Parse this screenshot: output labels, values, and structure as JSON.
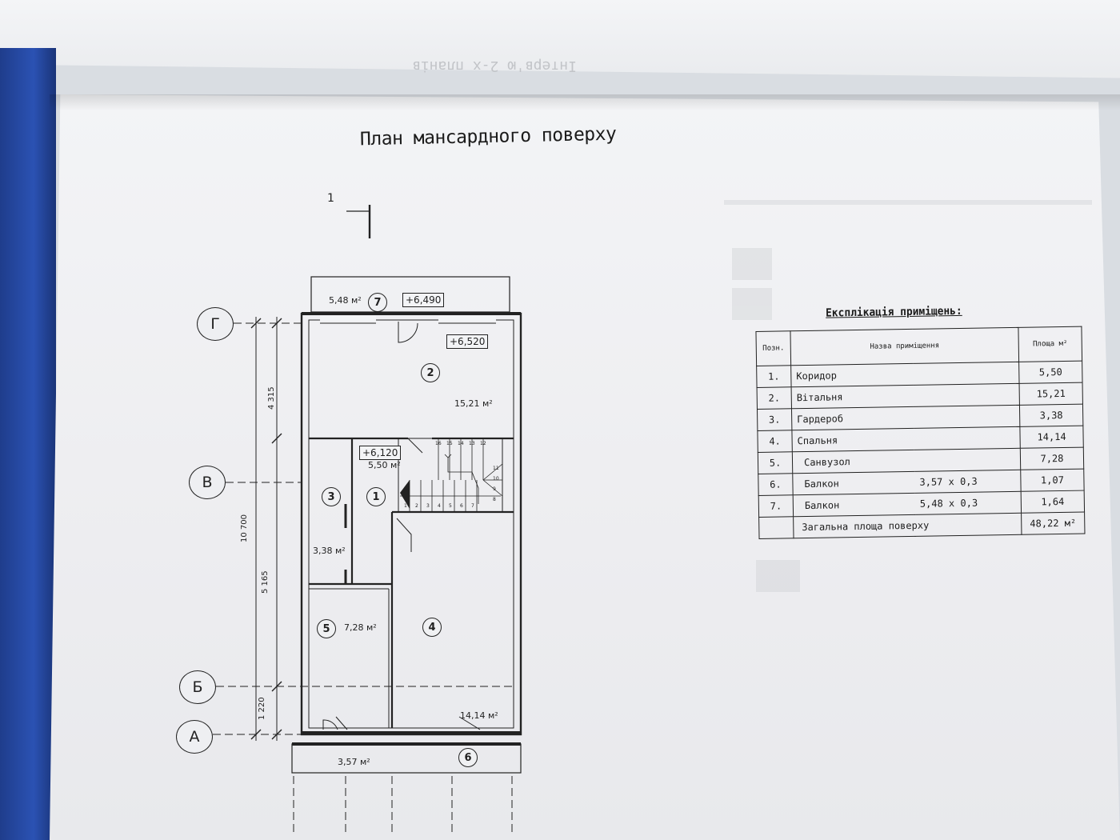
{
  "page": {
    "title": "План мансардного поверху",
    "mirror_text": "Інтерв'ю 2-х планів",
    "section_marker": "1"
  },
  "axes": [
    "Г",
    "В",
    "Б",
    "А"
  ],
  "dimensions": {
    "total": "10 700",
    "top_segment": "4 315",
    "middle_segment": "5 165",
    "bottom_segment": "1 220"
  },
  "elevations": {
    "balcony_top": "+6,490",
    "room2": "+6,520",
    "corridor": "+6,120"
  },
  "rooms": [
    {
      "num": "1",
      "area": "5,50 м²"
    },
    {
      "num": "2",
      "area": "15,21 м²"
    },
    {
      "num": "3",
      "area": "3,38 м²"
    },
    {
      "num": "4",
      "area": "14,14 м²"
    },
    {
      "num": "5",
      "area": "7,28 м²"
    },
    {
      "num": "6",
      "area": "3,57 м²"
    },
    {
      "num": "7",
      "area": "5,48 м²"
    }
  ],
  "stair_steps": [
    "1",
    "2",
    "3",
    "4",
    "5",
    "6",
    "7",
    "8",
    "9",
    "10",
    "11",
    "12",
    "13",
    "14",
    "15",
    "16"
  ],
  "explication": {
    "title": "Експлікація приміщень:",
    "headers": {
      "pos": "Позн.",
      "name": "Назва приміщення",
      "area": "Площа м²"
    },
    "rows": [
      {
        "pos": "1.",
        "name": "Коридор",
        "dims": "",
        "area": "5,50"
      },
      {
        "pos": "2.",
        "name": "Вітальня",
        "dims": "",
        "area": "15,21"
      },
      {
        "pos": "3.",
        "name": "Гардероб",
        "dims": "",
        "area": "3,38"
      },
      {
        "pos": "4.",
        "name": "Спальня",
        "dims": "",
        "area": "14,14"
      },
      {
        "pos": "5.",
        "name": "Санвузол",
        "dims": "",
        "area": "7,28"
      },
      {
        "pos": "6.",
        "name": "Балкон",
        "dims": "3,57 x 0,3",
        "area": "1,07"
      },
      {
        "pos": "7.",
        "name": "Балкон",
        "dims": "5,48 x 0,3",
        "area": "1,64"
      }
    ],
    "total_label": "Загальна площа поверху",
    "total_value": "48,22 м²"
  }
}
